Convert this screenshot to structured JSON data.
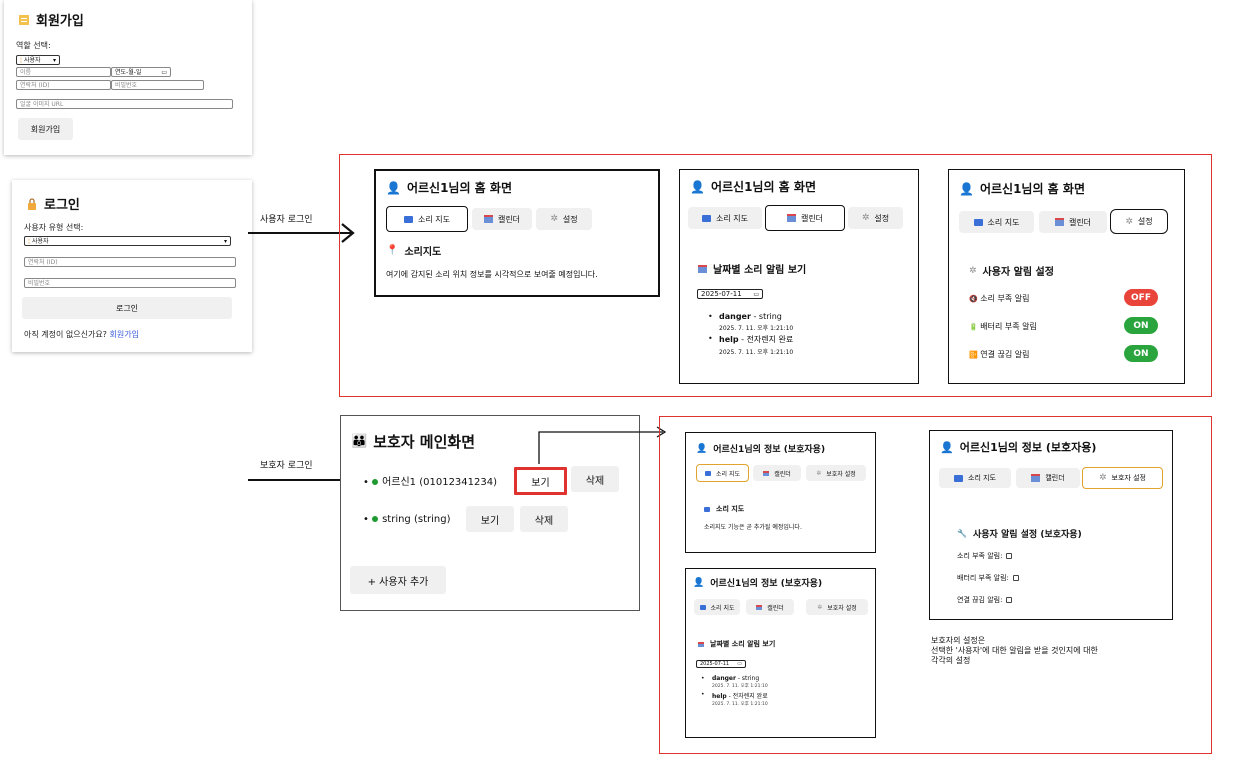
{
  "signup": {
    "title": "회원가입",
    "role_label": "역할 선택:",
    "role_value": "사용자",
    "name_placeholder": "이름",
    "date_placeholder": "연도-월-일",
    "id_placeholder": "연락처 (ID)",
    "pw_placeholder": "비밀번호",
    "face_placeholder": "얼굴 이미지 URL",
    "submit": "회원가입"
  },
  "login": {
    "title": "로그인",
    "type_label": "사용자 유형 선택:",
    "type_value": "사용자",
    "id_placeholder": "연락처 (ID)",
    "pw_placeholder": "비밀번호",
    "submit": "로그인",
    "no_account": "아직 계정이 없으신가요?",
    "signup_link": "회원가입"
  },
  "arrows": {
    "user_login": "사용자 로그인",
    "guardian_login": "보호자 로그인"
  },
  "elder_home": {
    "title": "어르신1님의 홈 화면",
    "tabs": [
      "소리 지도",
      "캘린더",
      "설정"
    ],
    "soundmap_title": "소리지도",
    "soundmap_desc": "여기에 감지된 소리 위치 정보를 시각적으로 보여줄 예정입니다.",
    "calendar_title": "날짜별 소리 알림 보기",
    "date": "2025-07-11",
    "alerts": [
      {
        "type": "danger",
        "desc": " - string",
        "time": "2025. 7. 11. 오후 1:21:10"
      },
      {
        "type": "help",
        "desc": " - 전자렌지 완료",
        "time": "2025. 7. 11. 오후 1:21:10"
      }
    ],
    "settings_title": "사용자 알림 설정",
    "settings": [
      {
        "label": "소리 부족 알림",
        "state": "OFF",
        "color": "#e8443a"
      },
      {
        "label": "배터리 부족 알림",
        "state": "ON",
        "color": "#2aa53e"
      },
      {
        "label": "연결 끊김 알림",
        "state": "ON",
        "color": "#2aa53e"
      }
    ]
  },
  "guardian_main": {
    "title": "보호자 메인화면",
    "users": [
      {
        "label": "어르신1 (01012341234)",
        "view": "보기",
        "delete": "삭제"
      },
      {
        "label": "string (string)",
        "view": "보기",
        "delete": "삭제"
      }
    ],
    "add_user": "+ 사용자 추가"
  },
  "guardian_info": {
    "title": "어르신1님의 정보 (보호자용)",
    "tabs": [
      "소리 지도",
      "캘린더",
      "보호자 설정"
    ],
    "soundmap_title": "소리 지도",
    "soundmap_desc": "소리지도 기능은 곧 추가될 예정입니다.",
    "calendar_title": "날짜별 소리 알림 보기",
    "settings_title": "사용자 알림 설정 (보호자용)",
    "settings": [
      "소리 부족 알림:",
      "배터리 부족 알림:",
      "연결 끊김 알림:"
    ]
  },
  "note": {
    "line1": "보호자의 설정은",
    "line2": "선택한 '사용자'에 대한 알림을 받을 것인지에 대한",
    "line3": "각각의 설정"
  },
  "colors": {
    "red_frame": "#e0332f",
    "accent_orange": "#e2a32e",
    "link_blue": "#3b5bdb",
    "on_green": "#2aa53e",
    "off_red": "#e8443a"
  }
}
